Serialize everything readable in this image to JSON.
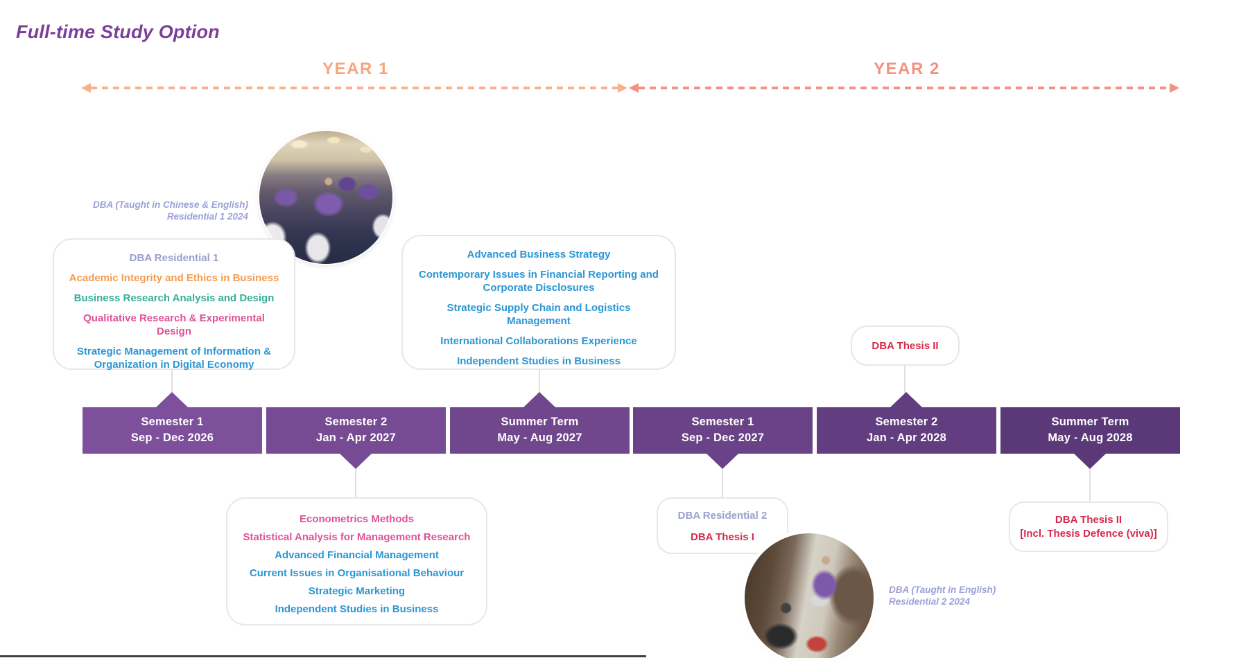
{
  "title": "Full-time Study Option",
  "palette": {
    "title_purple": "#7B3F98",
    "year1_salmon": "#F5A57E",
    "year2_coral": "#F39180",
    "arrow1_dash": "#F8B18C",
    "arrow2_dash": "#F29184",
    "course_blue": "#2B96D4",
    "course_pink": "#E05197",
    "course_orange": "#F49C50",
    "course_teal": "#35AE9B",
    "lavender": "#9B9FCC",
    "thesis_red": "#D62A4C",
    "caption_lavender": "#9CA0D8",
    "connector_gray": "#E0E0E4",
    "card_border": "#E7E6EA"
  },
  "years": [
    {
      "label": "YEAR 1"
    },
    {
      "label": "YEAR 2"
    }
  ],
  "photos": [
    {
      "caption": [
        "DBA (Taught in Chinese & English)",
        "Residential 1 2024"
      ]
    },
    {
      "caption": [
        "DBA (Taught in English)",
        "Residential 2 2024"
      ]
    }
  ],
  "cards": {
    "residential1": {
      "items": [
        {
          "text": "DBA Residential 1",
          "color": "#9B9FCC"
        },
        {
          "text": "Academic Integrity and Ethics in Business",
          "color": "#F49C50"
        },
        {
          "text": "Business Research Analysis and Design",
          "color": "#35AE9B"
        },
        {
          "text": "Qualitative Research & Experimental Design",
          "color": "#E05197"
        },
        {
          "text": "Strategic Management of Information & Organization in Digital Economy",
          "color": "#2B96D4"
        }
      ]
    },
    "summer_term_1": {
      "items": [
        {
          "text": "Advanced Business Strategy",
          "color": "#2B96D4"
        },
        {
          "text": "Contemporary Issues in Financial Reporting and Corporate Disclosures",
          "color": "#2B96D4"
        },
        {
          "text": "Strategic Supply Chain and Logistics Management",
          "color": "#2B96D4"
        },
        {
          "text": "International Collaborations Experience",
          "color": "#2B96D4"
        },
        {
          "text": "Independent Studies in Business",
          "color": "#2B96D4"
        }
      ]
    },
    "thesis2": {
      "items": [
        {
          "text": "DBA Thesis II",
          "color": "#D62A4C"
        }
      ]
    },
    "semester2_courses": {
      "items": [
        {
          "text": "Econometrics Methods",
          "color": "#E05197"
        },
        {
          "text": "Statistical Analysis for Management Research",
          "color": "#E05197"
        },
        {
          "text": "Advanced Financial Management",
          "color": "#2B96D4"
        },
        {
          "text": "Current Issues in Organisational Behaviour",
          "color": "#2B96D4"
        },
        {
          "text": "Strategic Marketing",
          "color": "#2B96D4"
        },
        {
          "text": "Independent Studies in Business",
          "color": "#2B96D4"
        }
      ]
    },
    "residential2": {
      "items": [
        {
          "text": "DBA Residential 2",
          "color": "#9B9FCC"
        },
        {
          "text": "DBA Thesis I",
          "color": "#D62A4C"
        }
      ]
    },
    "thesis2_final": {
      "items": [
        {
          "text": "DBA Thesis II",
          "color": "#D62A4C"
        },
        {
          "text": "[Incl. Thesis Defence (viva)]",
          "color": "#D62A4C"
        }
      ]
    }
  },
  "semesters": [
    {
      "line1": "Semester 1",
      "line2": "Sep - Dec 2026",
      "color": "#7E4F9B"
    },
    {
      "line1": "Semester 2",
      "line2": "Jan - Apr 2027",
      "color": "#774B94"
    },
    {
      "line1": "Summer Term",
      "line2": "May - Aug 2027",
      "color": "#70468D"
    },
    {
      "line1": "Semester 1",
      "line2": "Sep - Dec 2027",
      "color": "#694287"
    },
    {
      "line1": "Semester 2",
      "line2": "Jan - Apr 2028",
      "color": "#623E80"
    },
    {
      "line1": "Summer Term",
      "line2": "May - Aug 2028",
      "color": "#5B3979"
    }
  ]
}
